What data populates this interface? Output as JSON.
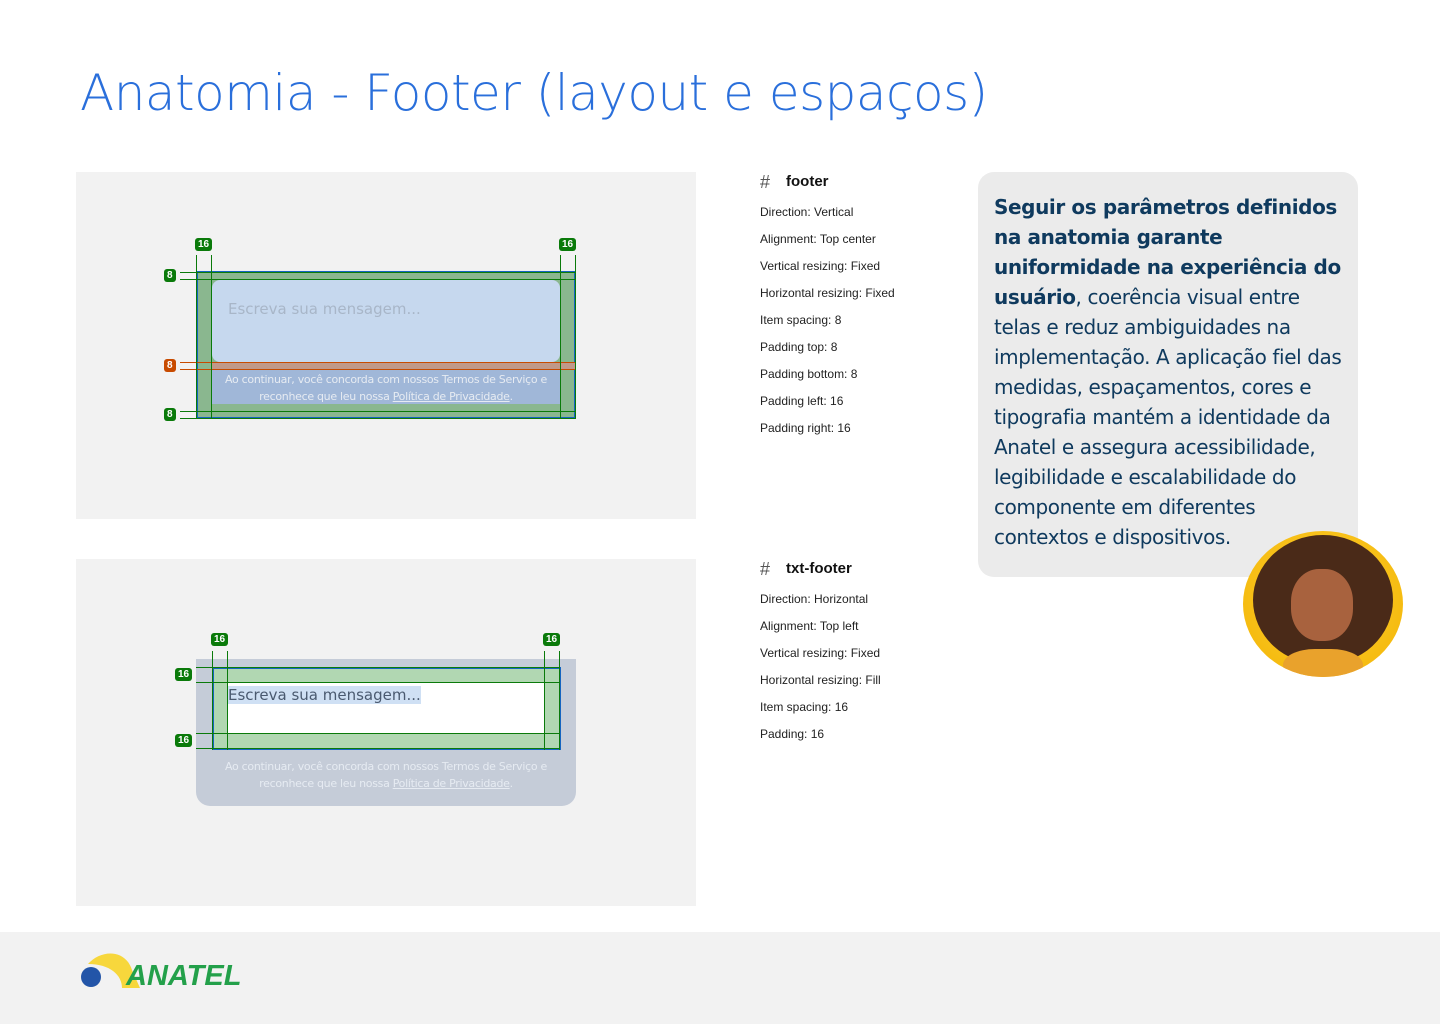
{
  "title": "Anatomia - Footer (layout e espaços)",
  "component": {
    "placeholder": "Escreva sua mensagem...",
    "legal_prefix": "Ao continuar, você concorda com nossos Termos de Serviço e reconhece que leu nossa ",
    "legal_link": "Política de Privacidade",
    "legal_suffix": "."
  },
  "top_diagram": {
    "left": "16",
    "right": "16",
    "top": "8",
    "gap": "8",
    "bottom": "8"
  },
  "bottom_diagram": {
    "left": "16",
    "right": "16",
    "top": "16",
    "bottom": "16"
  },
  "specs": [
    {
      "name": "footer",
      "rows": [
        "Direction:  Vertical",
        "Alignment:  Top center",
        "Vertical resizing:  Fixed",
        "Horizontal resizing:  Fixed",
        "Item spacing:  8",
        "Padding top:  8",
        "Padding bottom:  8",
        "Padding left:  16",
        "Padding right:  16"
      ]
    },
    {
      "name": "txt-footer",
      "rows": [
        "Direction:  Horizontal",
        "Alignment:  Top left",
        "Vertical resizing:  Fixed",
        "Horizontal resizing:  Fill",
        "Item spacing:  16",
        "Padding:  16"
      ]
    }
  ],
  "callout": {
    "bold": "Seguir os parâmetros definidos na anatomia garante uniformidade na experiência do usuário",
    "rest": ", coerência visual entre telas e reduz ambiguidades na implementação. A aplicação fiel das medidas, espaçamentos, cores e tipografia mantém a identidade da Anatel e assegura acessibilidade, legibilidade e escalabilidade do componente em diferentes contextos e dispositivos."
  },
  "logo": {
    "text": "ANATEL"
  },
  "colors": {
    "title": "#2a6fdb",
    "green": "#0a7a0a",
    "orange": "#c84b00",
    "navy": "#0f3a5e"
  }
}
